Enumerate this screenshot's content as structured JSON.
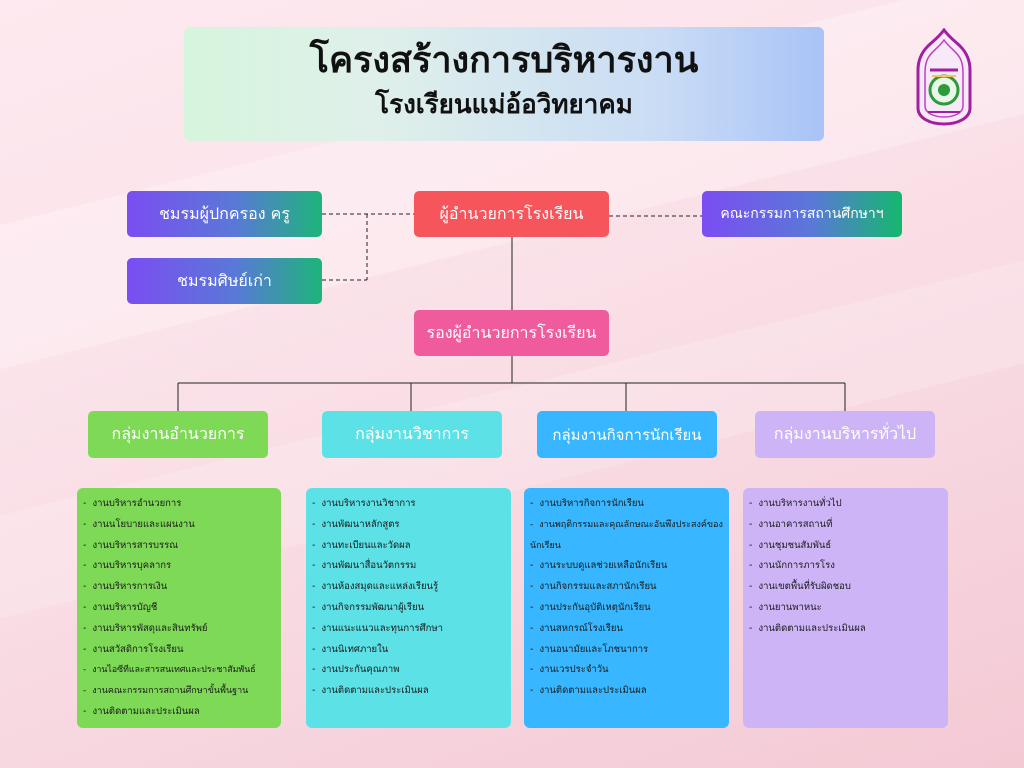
{
  "header": {
    "title": "โครงสร้างการบริหารงาน",
    "subtitle": "โรงเรียนแม่อ้อวิทยาคม"
  },
  "logo": {
    "icon": "school-emblem-icon",
    "colors": [
      "#a020a0",
      "#2e9a3a",
      "#f2c94c"
    ]
  },
  "nodes": {
    "director": "ผู้อำนวยการโรงเรียน",
    "parents_club": "ชมรมผู้ปกครอง ครู",
    "alumni_club": "ชมรมศิษย์เก่า",
    "committee": "คณะกรรมการสถานศึกษาฯ",
    "deputy": "รองผู้อำนวยการโรงเรียน"
  },
  "colors": {
    "director": "#f5555b",
    "deputy": "#ef5b9c",
    "club_gradient": [
      "#7b4df2",
      "#1db57a"
    ],
    "committee_gradient": [
      "#7b4df2",
      "#14b86e"
    ]
  },
  "groups": [
    {
      "label": "กลุ่มงานอำนวยการ",
      "header_color": "#7ed957",
      "panel_color": "#7ed957",
      "items": [
        "งานบริหารอำนวยการ",
        "งานนโยบายและแผนงาน",
        "งานบริหารสารบรรณ",
        "งานบริหารบุคลากร",
        "งานบริหารการเงิน",
        "งานบริหารบัญชี",
        "งานบริหารพัสดุและสินทรัพย์",
        "งานสวัสดิการโรงเรียน",
        "งานไอซีทีและสารสนเทศและประชาสัมพันธ์",
        "งานคณะกรรมการสถานศึกษาขั้นพื้นฐาน",
        "งานติดตามและประเมินผล"
      ]
    },
    {
      "label": "กลุ่มงานวิชาการ",
      "header_color": "#5ce1e6",
      "panel_color": "#5ce1e6",
      "items": [
        "งานบริหารงานวิชาการ",
        "งานพัฒนาหลักสูตร",
        "งานทะเบียนและวัดผล",
        "งานพัฒนาสื่อนวัตกรรม",
        "งานห้องสมุดและแหล่งเรียนรู้",
        "งานกิจกรรมพัฒนาผู้เรียน",
        "งานแนะแนวและทุนการศึกษา",
        "งานนิเทศภายใน",
        "งานประกันคุณภาพ",
        "งานติดตามและประเมินผล"
      ]
    },
    {
      "label": "กลุ่มงานกิจการนักเรียน",
      "header_color": "#38b6ff",
      "panel_color": "#38b6ff",
      "items": [
        "งานบริหารกิจการนักเรียน",
        "งานพฤติกรรมและคุณลักษณะอันพึงประสงค์ของนักเรียน",
        "งานระบบดูแลช่วยเหลือนักเรียน",
        "งานกิจกรรมและสภานักเรียน",
        "งานประกันอุบัติเหตุนักเรียน",
        "งานสหกรณ์โรงเรียน",
        "งานอนามัยและโภชนาการ",
        "งานเวรประจำวัน",
        "งานติดตามและประเมินผล"
      ]
    },
    {
      "label": "กลุ่มงานบริหารทั่วไป",
      "header_color": "#cdb4f7",
      "panel_color": "#cdb4f7",
      "items": [
        "งานบริหารงานทั่วไป",
        "งานอาคารสถานที่",
        "งานชุมชนสัมพันธ์",
        "งานนักการภารโรง",
        "งานเขตพื้นที่รับผิดชอบ",
        "งานยานพาหนะ",
        "งานติดตามและประเมินผล"
      ]
    }
  ]
}
